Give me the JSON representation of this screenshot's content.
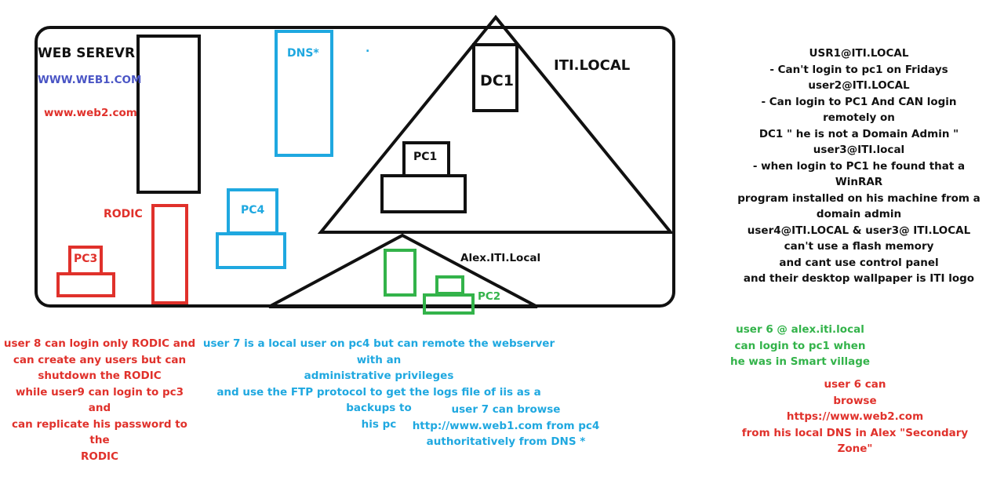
{
  "labels": {
    "web_server": "WEB SEREVR",
    "web1": "WWW.WEB1.COM",
    "web2": "www.web2.com",
    "dns": "DNS*",
    "dc1": "DC1",
    "iti_local": "ITI.LOCAL",
    "pc1": "PC1",
    "pc4": "PC4",
    "rodic": "RODIC",
    "pc3": "PC3",
    "alex": "Alex.ITI.Local",
    "pc2": "PC2",
    "dot": "."
  },
  "notes": {
    "right_users": "USR1@ITI.LOCAL\n- Can't login to pc1 on Fridays\nuser2@ITI.LOCAL\n- Can login to PC1 And CAN login remotely on\nDC1 \" he is not a Domain Admin \"\nuser3@ITI.local\n- when login to PC1 he found  that a WinRAR\nprogram installed on his machine from a\ndomain admin\nuser4@ITI.LOCAL & user3@ ITI.LOCAL\ncan't use a flash memory\nand cant use control panel\nand their desktop wallpaper is ITI logo",
    "user8": "user 8 can login only RODIC and\ncan create any users but can\nshutdown the RODIC\nwhile user9 can login to pc3 and\ncan replicate his password to the\nRODIC",
    "user7_remote": "user 7 is a local user on pc4 but can remote the webserver with an\nadministrative  privileges\nand use the FTP protocol to get the logs file of iis as a backups to\nhis pc",
    "user7_browse": "user 7 can browse\nhttp://www.web1.com from pc4\nauthoritatively from DNS *",
    "user6_login": "user 6 @ alex.iti.local\ncan login to pc1 when\nhe was in Smart village",
    "user6_browse": "user 6 can\nbrowse\nhttps://www.web2.com\nfrom his local DNS in Alex \"Secondary Zone\""
  },
  "colors": {
    "black": "#111111",
    "red": "#e0312b",
    "blue": "#1fa8e0",
    "green": "#33b34a",
    "navy": "#4a55c5"
  }
}
